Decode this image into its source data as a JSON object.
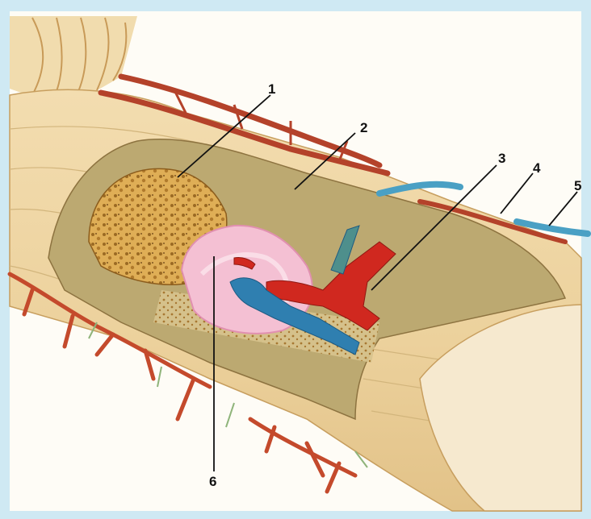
{
  "labels": {
    "l1": "1",
    "l2": "2",
    "l3": "3",
    "l4": "4",
    "l5": "5",
    "l6": "6"
  },
  "colors": {
    "frame": "#cfe9f3",
    "bone_outer": "#f4dfb1",
    "compact_bone": "#bba46a",
    "spongy_bone": "#d9a24a",
    "marrow": "#f3b7cf",
    "artery": "#d0281f",
    "vein": "#2f7fb0",
    "periosteum_vessels": "#b4422a"
  }
}
